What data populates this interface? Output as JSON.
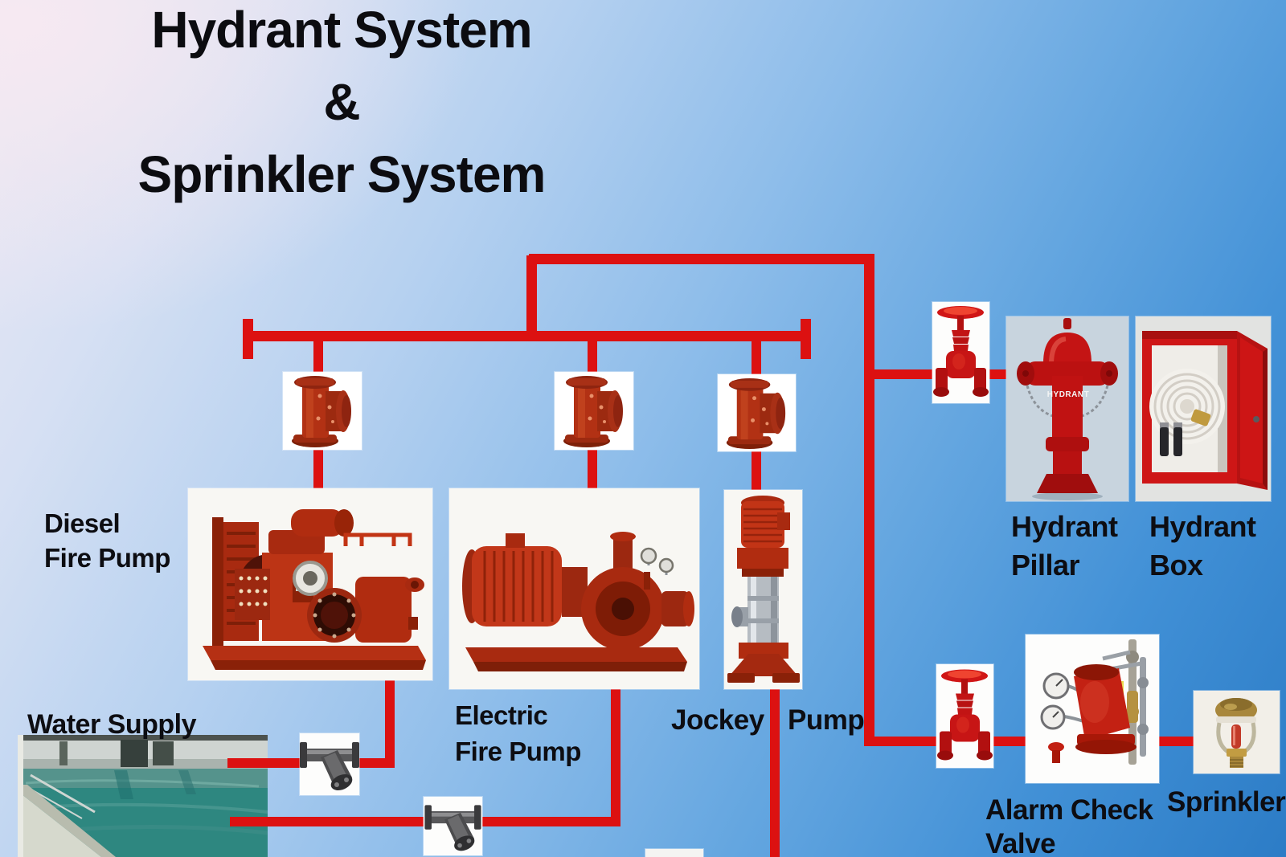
{
  "title": {
    "line1": "Hydrant System",
    "line2": "&",
    "line3": "Sprinkler System"
  },
  "labels": {
    "diesel_pump": {
      "line1": "Diesel",
      "line2": "Fire Pump"
    },
    "electric_pump": {
      "line1": "Electric",
      "line2": "Fire Pump"
    },
    "jockey_pump": {
      "word1": "Jockey",
      "word2": "Pump"
    },
    "water_supply": "Water Supply",
    "hydrant_pillar": {
      "line1": "Hydrant",
      "line2": "Pillar"
    },
    "hydrant_box": {
      "line1": "Hydrant",
      "line2": "Box"
    },
    "alarm_check_valve": {
      "line1": "Alarm Check",
      "line2": "Valve"
    },
    "sprinkler": "Sprinkler"
  },
  "photo_markings": {
    "hydrant_pillar_body": "HYDRANT"
  },
  "equipment_icons": [
    "check-valve-photo",
    "check-valve-photo",
    "check-valve-photo",
    "diesel-fire-pump-photo",
    "electric-fire-pump-photo",
    "jockey-pump-photo",
    "water-supply-photo",
    "y-strainer-photo",
    "y-strainer-photo",
    "gate-valve-photo",
    "gate-valve-photo",
    "hydrant-pillar-photo",
    "hydrant-box-photo",
    "alarm-check-valve-photo",
    "sprinkler-head-photo"
  ],
  "colors": {
    "pipe_red": "#dc1111",
    "label_text": "#0d0d12",
    "bg_top_left": "#efe9f2",
    "bg_bottom_right": "#2c7cc6"
  }
}
